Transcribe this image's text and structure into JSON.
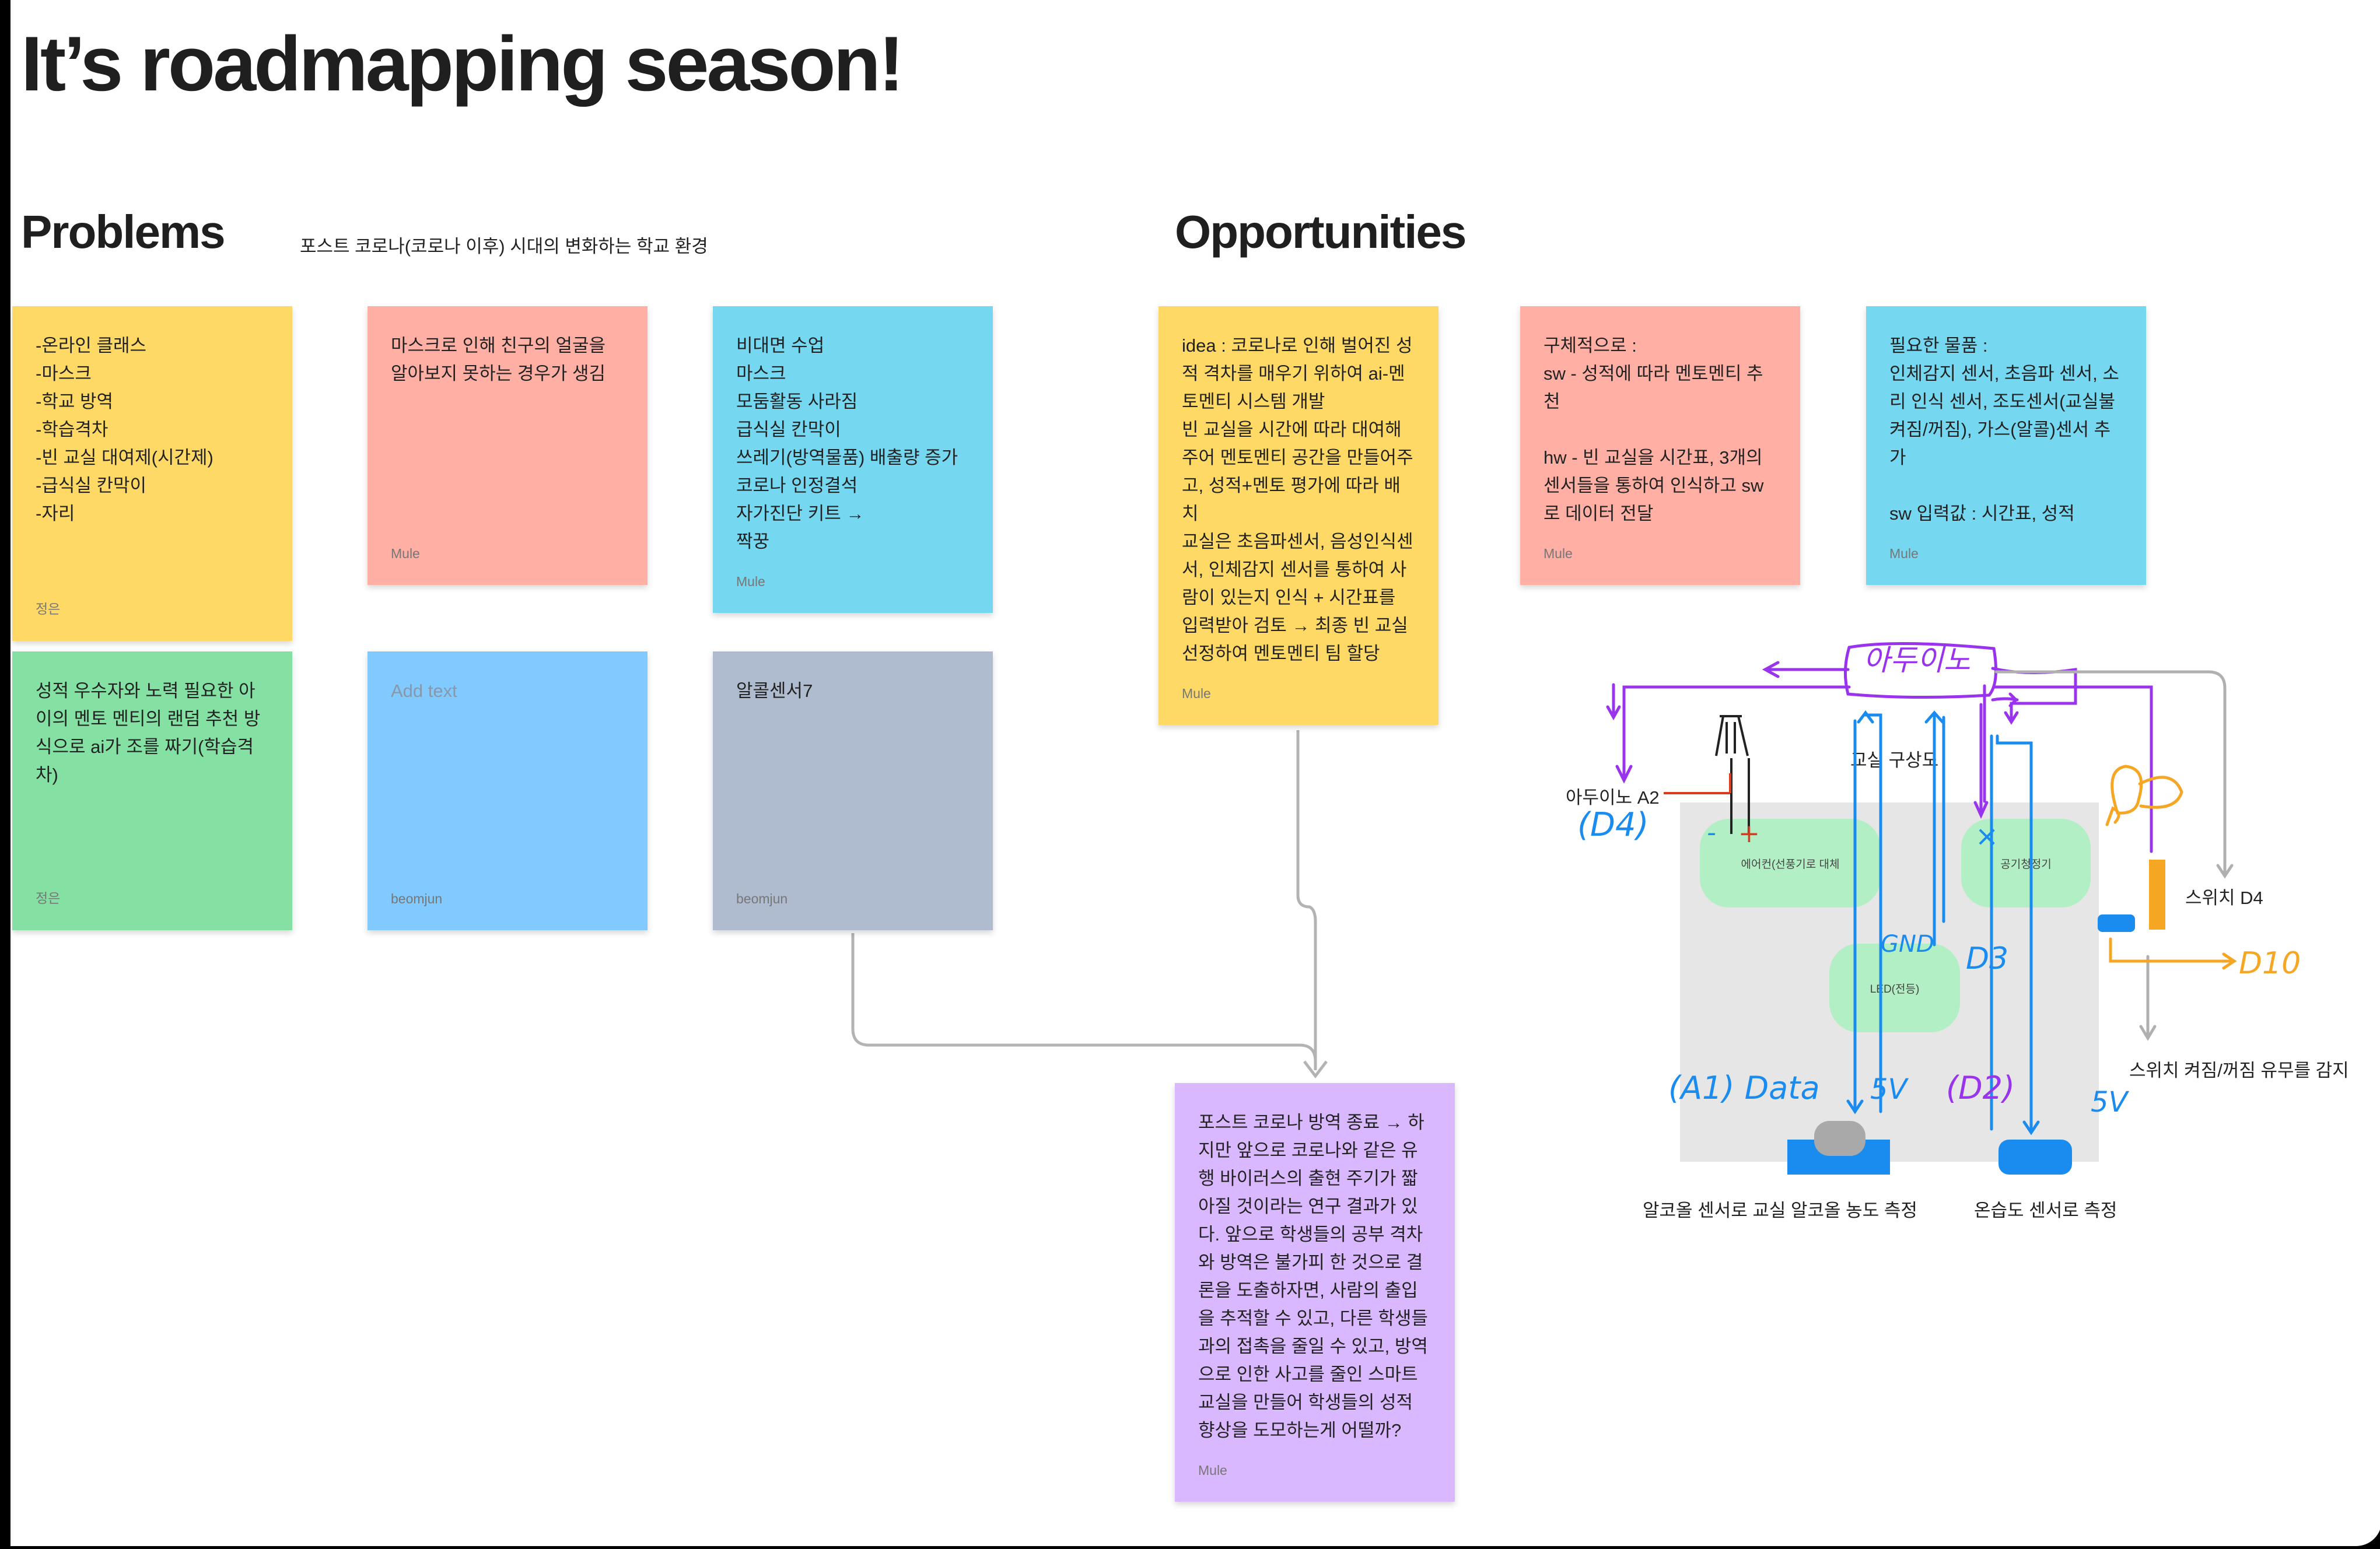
{
  "page_title": "It’s roadmapping season!",
  "sections": {
    "problems": {
      "title": "Problems",
      "subtitle": "포스트 코로나(코로나 이후) 시대의 변화하는 학교 환경"
    },
    "opportunities": {
      "title": "Opportunities"
    }
  },
  "notes": {
    "n1": {
      "text": "-온라인 클래스\n-마스크\n-학교 방역\n-학습격차\n-빈 교실 대여제(시간제)\n-급식실 칸막이\n-자리",
      "author": "정은"
    },
    "n2": {
      "text": "마스크로 인해 친구의 얼굴을 알아보지 못하는 경우가 생김",
      "author": "Mule"
    },
    "n3": {
      "text": "비대면 수업\n마스크\n모둠활동 사라짐\n급식실 칸막이\n쓰레기(방역물품) 배출량 증가\n코로나 인정결석\n자가진단 키트 →\n짝꿍",
      "author": "Mule"
    },
    "n4": {
      "text": "성적 우수자와 노력 필요한 아이의 멘토 멘티의 랜덤 추천 방식으로 ai가 조를 짜기(학습격차)",
      "author": "정은"
    },
    "n5": {
      "placeholder": "Add text",
      "author": "beomjun"
    },
    "n6": {
      "text": "알콜센서7",
      "author": "beomjun"
    },
    "n7": {
      "text": "idea : 코로나로 인해 벌어진 성적 격차를 매우기 위하여 ai-멘토멘티 시스템 개발\n빈 교실을 시간에 따라 대여해주어 멘토멘티 공간을 만들어주고, 성적+멘토 평가에 따라 배치\n교실은 초음파센서, 음성인식센서, 인체감지 센서를 통하여 사람이 있는지 인식 + 시간표를 입력받아 검토 → 최종 빈 교실 선정하여 멘토멘티 팀 할당",
      "author": "Mule"
    },
    "n8": {
      "text": "구체적으로 :\nsw - 성적에 따라 멘토멘티 추천\n\nhw - 빈 교실을 시간표, 3개의 센서들을 통하여 인식하고 sw로 데이터 전달",
      "author": "Mule"
    },
    "n9": {
      "text": "필요한 물품 :\n인체감지 센서, 초음파 센서, 소리 인식 센서, 조도센서(교실불켜짐/꺼짐), 가스(알콜)센서 추가\n\nsw 입력값 : 시간표, 성적",
      "author": "Mule"
    },
    "n10": {
      "text": "포스트 코로나 방역 종료 → 하지만 앞으로 코로나와 같은 유행 바이러스의 출현 주기가 짧아질 것이라는 연구 결과가 있다. 앞으로 학생들의 공부 격차와 방역은 불가피 한 것으로 결론을 도출하자면, 사람의 출입을 추적할 수 있고, 다른 학생들과의 접촉을 줄일 수 있고, 방역으로 인한 사고를 줄인 스마트 교실을 만들어 학생들의 성적 향상을 도모하는게 어떨까?",
      "author": "Mule"
    }
  },
  "diagram": {
    "zone_aircon": "에어컨(선풍기로 대체",
    "zone_purifier": "공기청정기",
    "zone_led": "LED(전등)",
    "label_arduino_a2": "아두이노 A2",
    "label_classroom": "교실 구상도",
    "label_switch_d4": "스위치 D4",
    "label_switch_detect": "스위치 켜짐/꺼짐 유무를 감지",
    "label_alcohol": "알코올 센서로 교실 알코올 농도 측정",
    "label_humidity": "온습도 센서로 측정",
    "hand_arduino": "아두이노",
    "hand_d4": "(D4)",
    "hand_gnd": "GND",
    "hand_d3": "D3",
    "hand_d10": "D10",
    "hand_a1_data": "(A1) Data",
    "hand_5v_1": "5V",
    "hand_d2": "(D2)",
    "hand_5v_2": "5V",
    "hand_minus": "-",
    "hand_plus": "+",
    "hand_x": "×",
    "colors": {
      "purple": "#9933ee",
      "blue": "#1a8cf0",
      "orange": "#f5a623",
      "gray": "#b0b0b0",
      "red": "#e03a1e"
    }
  }
}
